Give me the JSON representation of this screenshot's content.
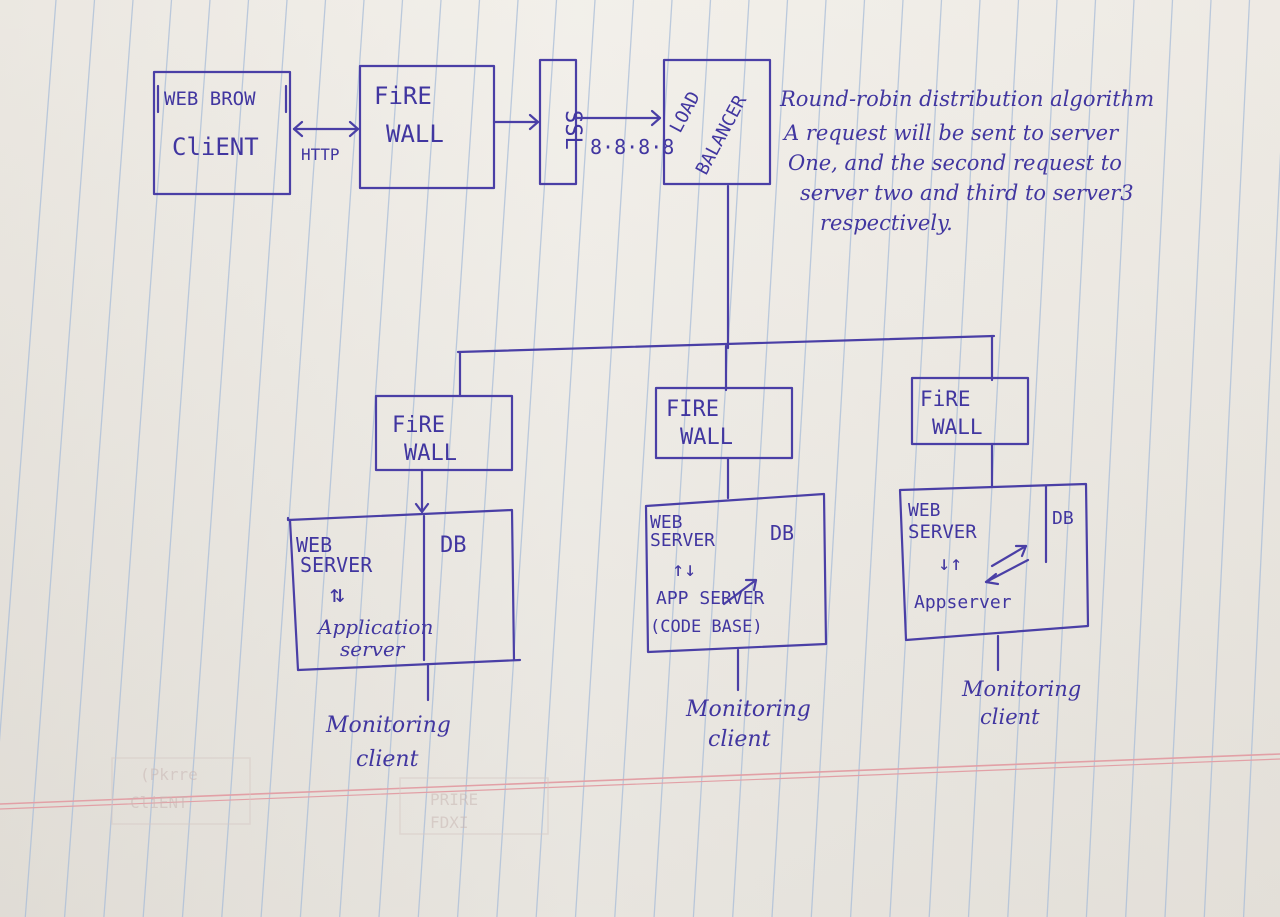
{
  "top_row": {
    "client": {
      "line1": "WEB BROW",
      "line2": "CliENT"
    },
    "http_label": "HTTP",
    "firewall": {
      "line1": "FiRE",
      "line2": "WALL"
    },
    "ssl": "SSL",
    "ip_label": "8·8·8·8",
    "load_balancer": {
      "line1": "LOAD",
      "line2": "BALANCER"
    }
  },
  "note": {
    "line1": "Round-robin distribution algorithm",
    "line2": "A request will be sent to server",
    "line3": "One, and the second request to",
    "line4": "server two and third to server3",
    "line5": "respectively."
  },
  "branch1": {
    "firewall": {
      "line1": "FiRE",
      "line2": "WALL"
    },
    "web_server": {
      "line1": "WEB",
      "line2": "SERVER"
    },
    "arrows": "⇅",
    "db": "DB",
    "app_server": {
      "line1": "Application",
      "line2": "server"
    },
    "monitoring": {
      "line1": "Monitoring",
      "line2": "client"
    }
  },
  "branch2": {
    "firewall": {
      "line1": "FIRE",
      "line2": "WALL"
    },
    "web_server": {
      "line1": "WEB",
      "line2": "SERVER"
    },
    "arrows": "↑↓",
    "db": "DB",
    "app_server": {
      "line1": "APP SERVER",
      "line2": "(CODE BASE)"
    },
    "monitoring": {
      "line1": "Monitoring",
      "line2": "client"
    }
  },
  "branch3": {
    "firewall": {
      "line1": "FiRE",
      "line2": "WALL"
    },
    "web_server": {
      "line1": "WEB",
      "line2": "SERVER"
    },
    "arrows": "↓↑",
    "db": "DB",
    "app_server": "Appserver",
    "monitoring": {
      "line1": "Monitoring",
      "line2": "client"
    }
  },
  "colors": {
    "ink": "#4a3fa6",
    "paper": "#eeebe4",
    "rule_line": "#a9bdd8",
    "margin_line": "#e2a0a6"
  }
}
